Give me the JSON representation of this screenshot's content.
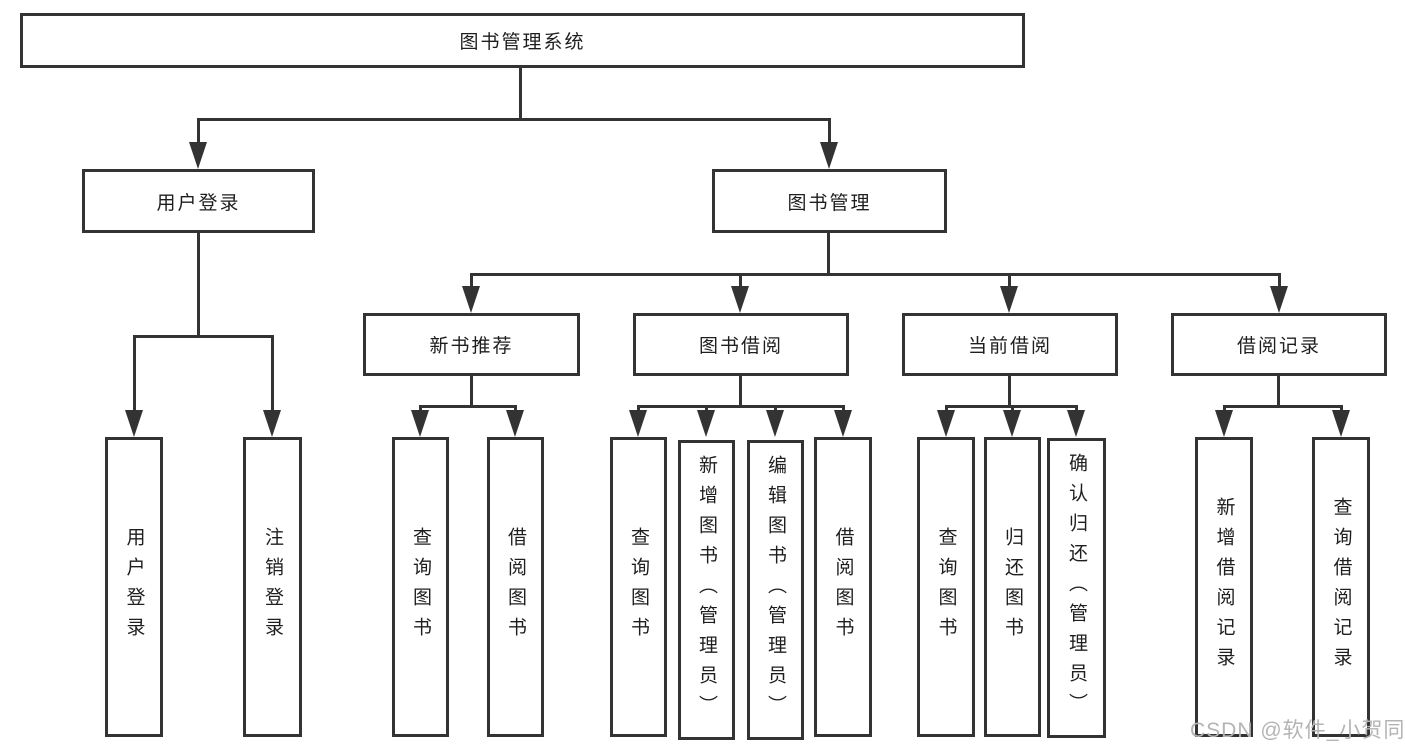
{
  "diagram": {
    "title": "图书管理系统",
    "branches": [
      {
        "label": "用户登录",
        "children": [
          {
            "label": "用户登录"
          },
          {
            "label": "注销登录"
          }
        ]
      },
      {
        "label": "图书管理",
        "sections": [
          {
            "label": "新书推荐",
            "children": [
              {
                "label": "查询图书"
              },
              {
                "label": "借阅图书"
              }
            ]
          },
          {
            "label": "图书借阅",
            "children": [
              {
                "label": "查询图书"
              },
              {
                "label": "新增图书（管理员）"
              },
              {
                "label": "编辑图书（管理员）"
              },
              {
                "label": "借阅图书"
              }
            ]
          },
          {
            "label": "当前借阅",
            "children": [
              {
                "label": "查询图书"
              },
              {
                "label": "归还图书"
              },
              {
                "label": "确认归还（管理员）"
              }
            ]
          },
          {
            "label": "借阅记录",
            "children": [
              {
                "label": "新增借阅记录"
              },
              {
                "label": "查询借阅记录"
              }
            ]
          }
        ]
      }
    ],
    "colors": {
      "line": "#333333",
      "text": "#1e1e1e",
      "box_background": "#ffffff",
      "page_background": "#ffffff"
    }
  },
  "watermark": {
    "text": "CSDN @软件_小贺同学",
    "color": "#b6b3b3"
  }
}
